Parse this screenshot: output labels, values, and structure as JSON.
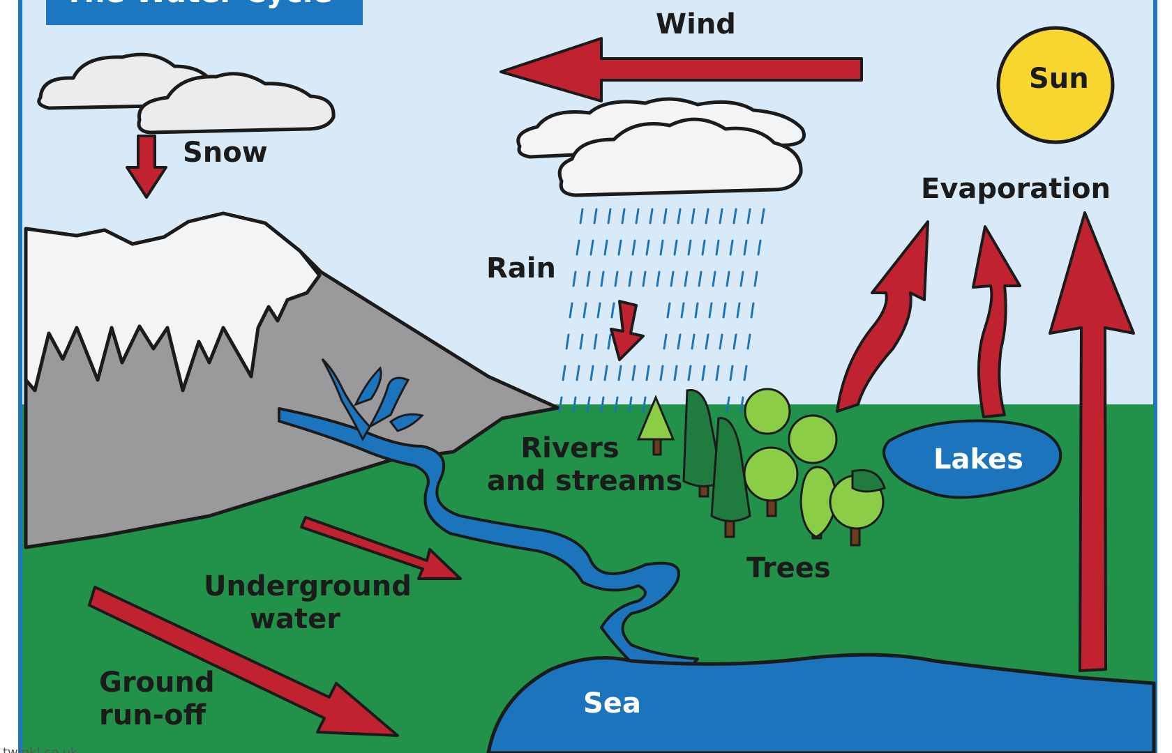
{
  "diagram": {
    "title": "The Water Cycle",
    "labels": {
      "wind": "Wind",
      "sun": "Sun",
      "snow": "Snow",
      "rain": "Rain",
      "evaporation": "Evaporation",
      "rivers_line1": "Rivers",
      "rivers_line2": "and streams",
      "lakes": "Lakes",
      "trees": "Trees",
      "underground_line1": "Underground",
      "underground_line2": "water",
      "runoff_line1": "Ground",
      "runoff_line2": "run-off",
      "sea": "Sea"
    },
    "footer": "twinkl.co.uk"
  },
  "colors": {
    "sky": "#d8eaf8",
    "grass": "#22914a",
    "water": "#1c75bc",
    "mountain": "#9a9a9c",
    "snow": "#f2f4f5",
    "arrow": "#c0232f",
    "sun": "#f7d72f",
    "outline": "#1b1b1b",
    "tree_light": "#8ccd47",
    "tree_dark": "#1f7c3e"
  }
}
